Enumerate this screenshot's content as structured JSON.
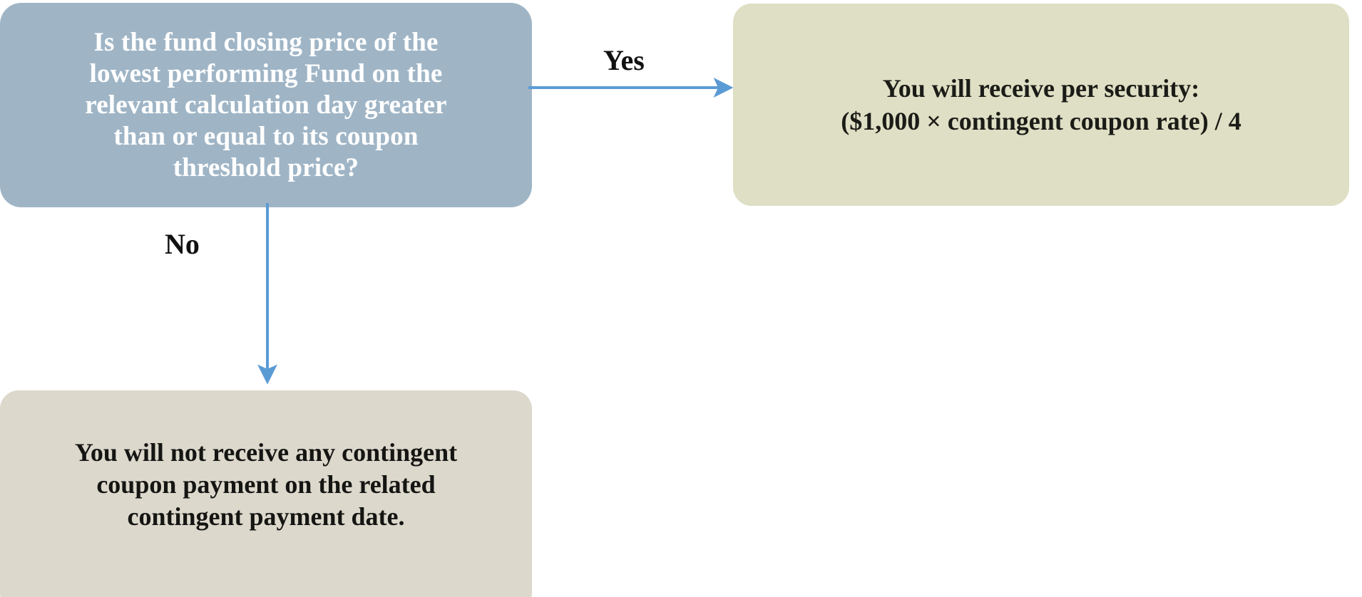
{
  "diagram": {
    "title": "Contingent coupon payment decision flowchart",
    "background_color": "#ffffff",
    "arrow_color": "#5b9bd5"
  },
  "nodes": {
    "decision": {
      "name": "fund-closing-price-decision",
      "text": "Is the fund closing price of the\nlowest performing Fund on the\nrelevant calculation day greater\nthan or equal to its coupon\nthreshold price?",
      "fill_color": "#9fb5c6",
      "text_color": "#ffffff",
      "shape": "rounded-rectangle"
    },
    "yes_outcome": {
      "name": "coupon-payment-outcome",
      "text": "You will receive per security:\n($1,000 × contingent coupon rate) / 4",
      "fill_color": "#dedfc4",
      "text_color": "#1b1b17",
      "shape": "rounded-rectangle"
    },
    "no_outcome": {
      "name": "no-coupon-payment-outcome",
      "text": "You will not receive any contingent\ncoupon payment on the related\ncontingent payment date.",
      "fill_color": "#dcd8cc",
      "text_color": "#151513",
      "shape": "rounded-rectangle"
    }
  },
  "edges": [
    {
      "name": "yes-edge",
      "label": "Yes",
      "from": "decision",
      "to": "yes_outcome",
      "direction": "right",
      "color": "#5b9bd5"
    },
    {
      "name": "no-edge",
      "label": "No",
      "from": "decision",
      "to": "no_outcome",
      "direction": "down",
      "color": "#5b9bd5"
    }
  ]
}
